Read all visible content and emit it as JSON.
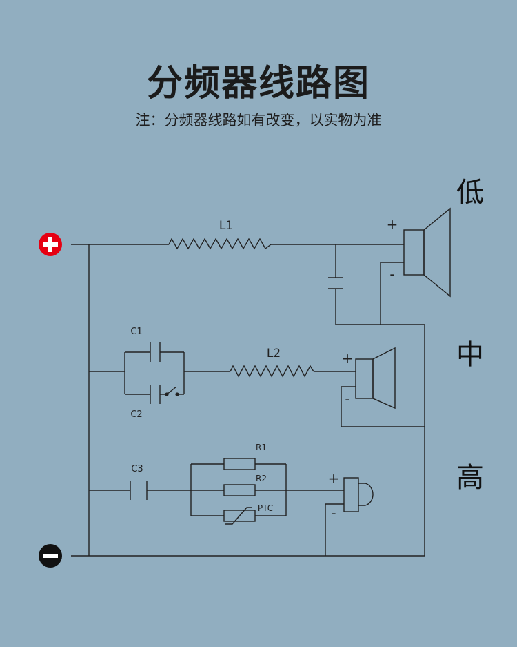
{
  "header": {
    "title": "分频器线路图",
    "note": "注：分频器线路如有改变，以实物为准"
  },
  "bands": {
    "low": "低",
    "mid": "中",
    "high": "高"
  },
  "components": {
    "l1": "L1",
    "l2": "L2",
    "c1": "C1",
    "c2": "C2",
    "c3": "C3",
    "r1": "R1",
    "r2": "R2",
    "ptc": "PTC"
  },
  "polarity": {
    "plus": "+",
    "minus": "-"
  },
  "colors": {
    "background": "#91aec0",
    "positive_terminal": "#e60012",
    "negative_terminal": "#111111",
    "wire": "#222222"
  }
}
